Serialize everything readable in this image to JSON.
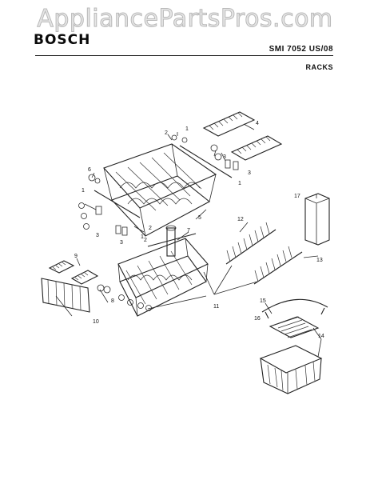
{
  "watermark": "AppliancePartsPros.com",
  "header": {
    "brand": "BOSCH",
    "model": "SMI 7052 US/08",
    "section": "RACKS"
  },
  "callouts": {
    "c1a": "1",
    "c2a": "2",
    "c3a": "3",
    "c3b": "3",
    "c1b": "1",
    "c4": "4",
    "c6": "6",
    "c3c": "3",
    "c1c": "1",
    "c2b": "2",
    "c3d": "3",
    "c5": "5",
    "c2c": "2",
    "c1d": "1",
    "c7": "7",
    "c9": "9",
    "c8": "8",
    "c10": "10",
    "c11": "11",
    "c12": "12",
    "c13": "13",
    "c17": "17",
    "c15": "15",
    "c16": "16",
    "c14": "14"
  }
}
